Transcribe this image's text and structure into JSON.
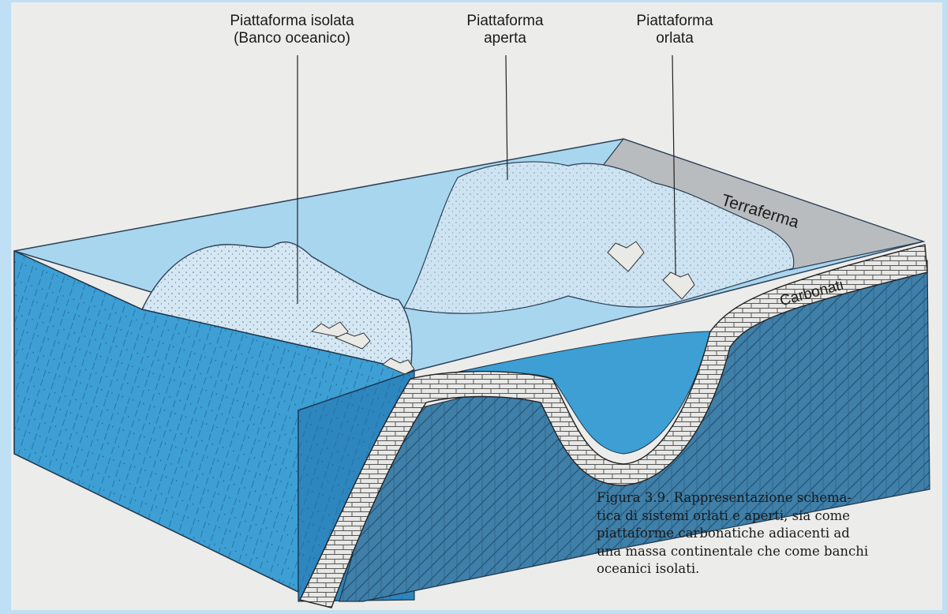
{
  "labels": {
    "isolata_line1": "Piattaforma isolata",
    "isolata_line2": "(Banco oceanico)",
    "aperta_line1": "Piattaforma",
    "aperta_line2": "aperta",
    "orlata_line1": "Piattaforma",
    "orlata_line2": "orlata",
    "terraferma": "Terraferma",
    "carbonati": "Carbonati"
  },
  "caption": {
    "line1": "Figura 3.9. Rappresentazione schema-",
    "line2": "tica di sistemi orlati e aperti, sia come",
    "line3": "piattaforme carbonatiche adiacenti ad",
    "line4": "una massa continentale che come banchi",
    "line5": "oceanici isolati."
  },
  "colors": {
    "sea_surface": "#a8d6ee",
    "sea_front": "#3d9fd4",
    "sea_side": "#2f86c0",
    "platform": "#cfe4f2",
    "land": "#b7bbbd",
    "carbonate": "#e6e6e4",
    "bedrock": "#3f7fa8"
  }
}
